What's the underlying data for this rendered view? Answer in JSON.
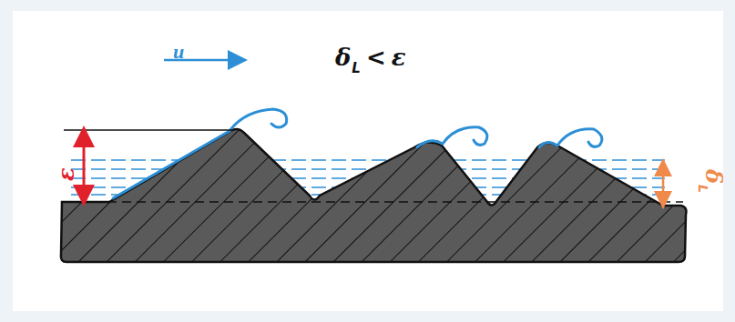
{
  "diagram": {
    "labels": [
      "u",
      "δ",
      "L",
      "<",
      "ε",
      "ε",
      "δ",
      "L"
    ]
  }
}
